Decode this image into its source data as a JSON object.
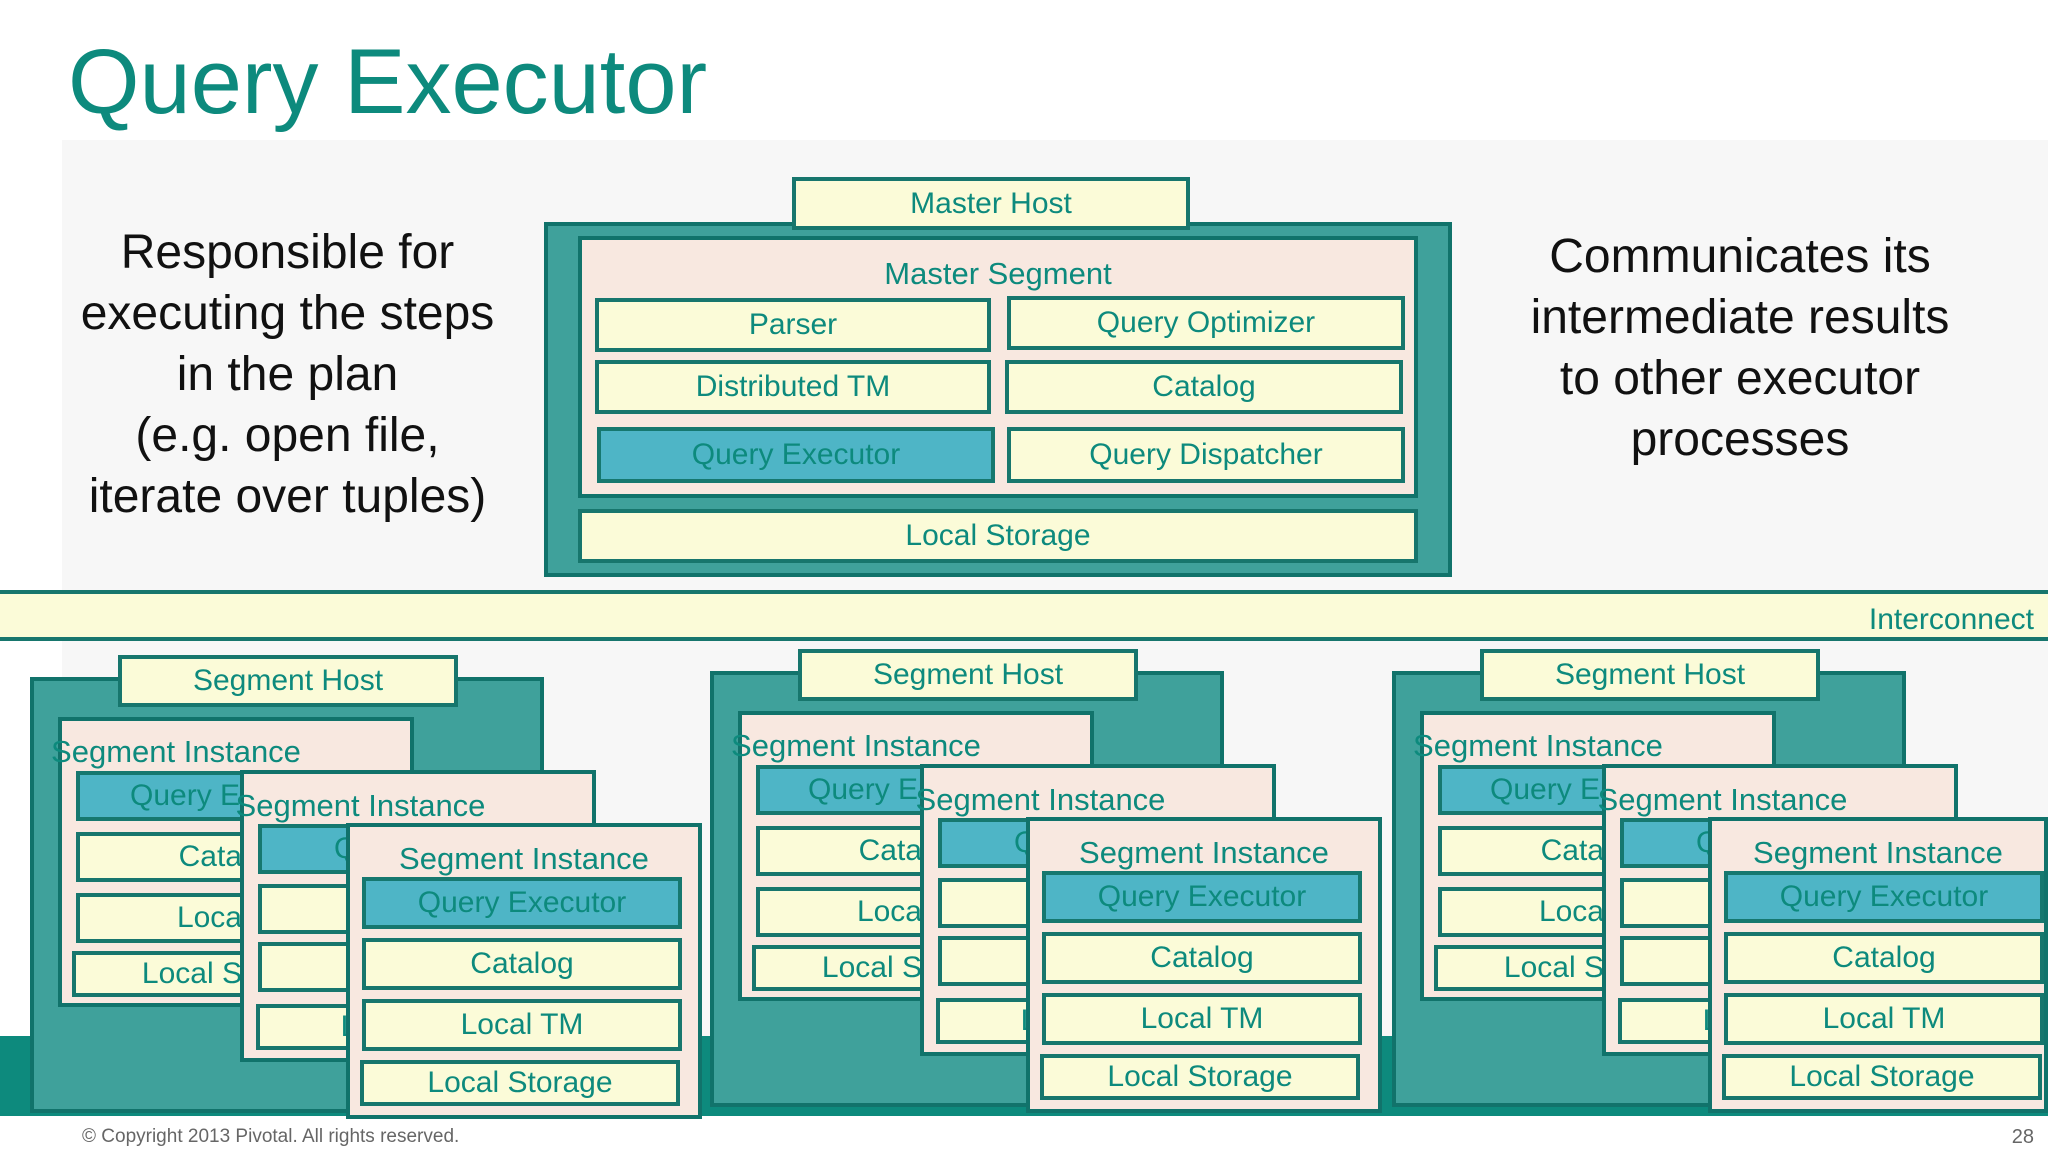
{
  "slide": {
    "title": "Query Executor",
    "left_text": [
      "Responsible for",
      "executing the steps",
      "in the plan",
      "(e.g. open file,",
      "iterate over tuples)"
    ],
    "right_text": [
      "Communicates its",
      "intermediate results",
      "to other executor",
      "processes"
    ],
    "footer": "© Copyright 2013 Pivotal. All rights reserved.",
    "page_number": "28"
  },
  "master": {
    "host_label": "Master Host",
    "segment_label": "Master Segment",
    "components": {
      "parser": "Parser",
      "query_optimizer": "Query Optimizer",
      "distributed_tm": "Distributed TM",
      "catalog": "Catalog",
      "query_executor": "Query Executor",
      "query_dispatcher": "Query Dispatcher"
    },
    "local_storage": "Local Storage"
  },
  "interconnect": {
    "label": "Interconnect"
  },
  "segment_hosts": [
    {
      "host_label": "Segment Host",
      "back1": {
        "label": "Segment Instance",
        "items": [
          "Query E",
          "Cata",
          "Loca",
          "Local S"
        ]
      },
      "back2": {
        "label": "Segment Instance",
        "items": [
          "Qu",
          "",
          "",
          "Lo"
        ]
      },
      "front": {
        "label": "Segment Instance",
        "items": [
          "Query Executor",
          "Catalog",
          "Local TM",
          "Local Storage"
        ]
      }
    },
    {
      "host_label": "Segment Host",
      "back1": {
        "label": "Segment Instance",
        "items": [
          "Query E",
          "Cata",
          "Loca",
          "Local S"
        ]
      },
      "back2": {
        "label": "Segment Instance",
        "items": [
          "Qu",
          "",
          "",
          "Lo"
        ]
      },
      "front": {
        "label": "Segment Instance",
        "items": [
          "Query Executor",
          "Catalog",
          "Local TM",
          "Local Storage"
        ]
      }
    },
    {
      "host_label": "Segment Host",
      "back1": {
        "label": "Segment Instance",
        "items": [
          "Query E",
          "Cata",
          "Loca",
          "Local S"
        ]
      },
      "back2": {
        "label": "Segment Instance",
        "items": [
          "Qu",
          "",
          "",
          "Lo"
        ]
      },
      "front": {
        "label": "Segment Instance",
        "items": [
          "Query Executor",
          "Catalog",
          "Local TM",
          "Local Storage"
        ]
      }
    }
  ],
  "colors": {
    "accent": "#0d8a7d",
    "host_fill": "#3fa19b",
    "instance_fill": "#f8e8e0",
    "component_fill": "#fbfbd8",
    "executor_fill": "#4eb5c6"
  }
}
